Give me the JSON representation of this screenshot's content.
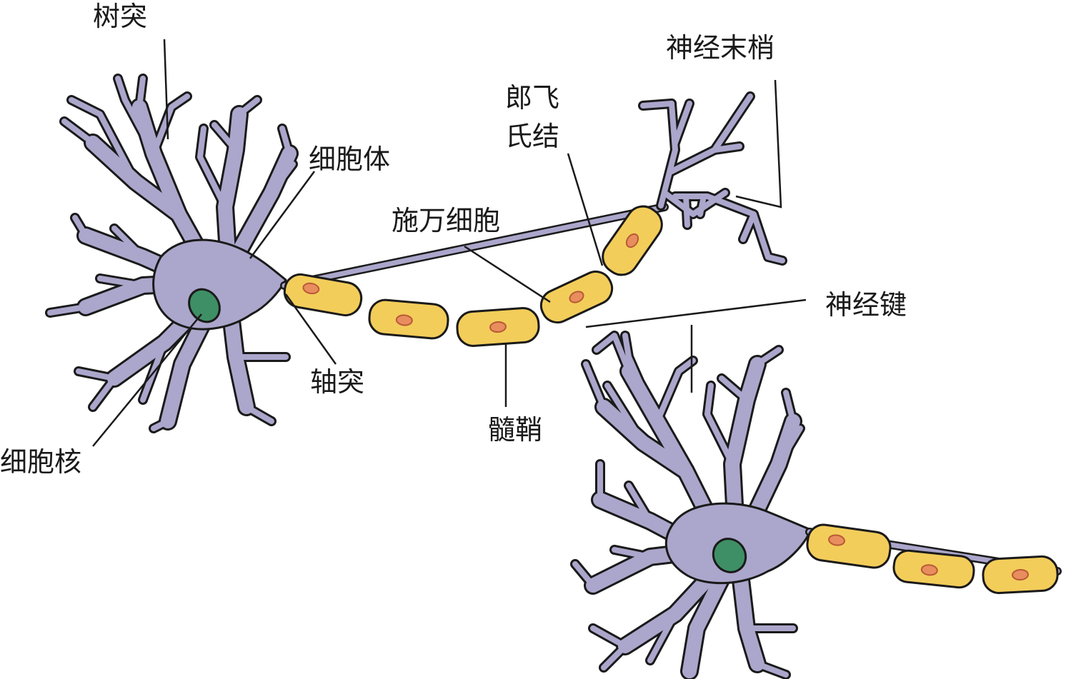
{
  "labels": {
    "dendrite": "树突",
    "nerve_ending": "神经末梢",
    "node_ranvier_line1": "郎飞",
    "node_ranvier_line2": "氏结",
    "cell_body": "细胞体",
    "schwann_cell": "施万细胞",
    "synapse": "神经键",
    "axon": "轴突",
    "myelin_sheath": "髓鞘",
    "nucleus": "细胞核"
  },
  "colors": {
    "cell_membrane": "#aba6cb",
    "myelin": "#f3cd5a",
    "schwann_nucleus": "#e88d5e",
    "cell_nucleus": "#3e8f66",
    "outline": "#1a1a1a"
  }
}
